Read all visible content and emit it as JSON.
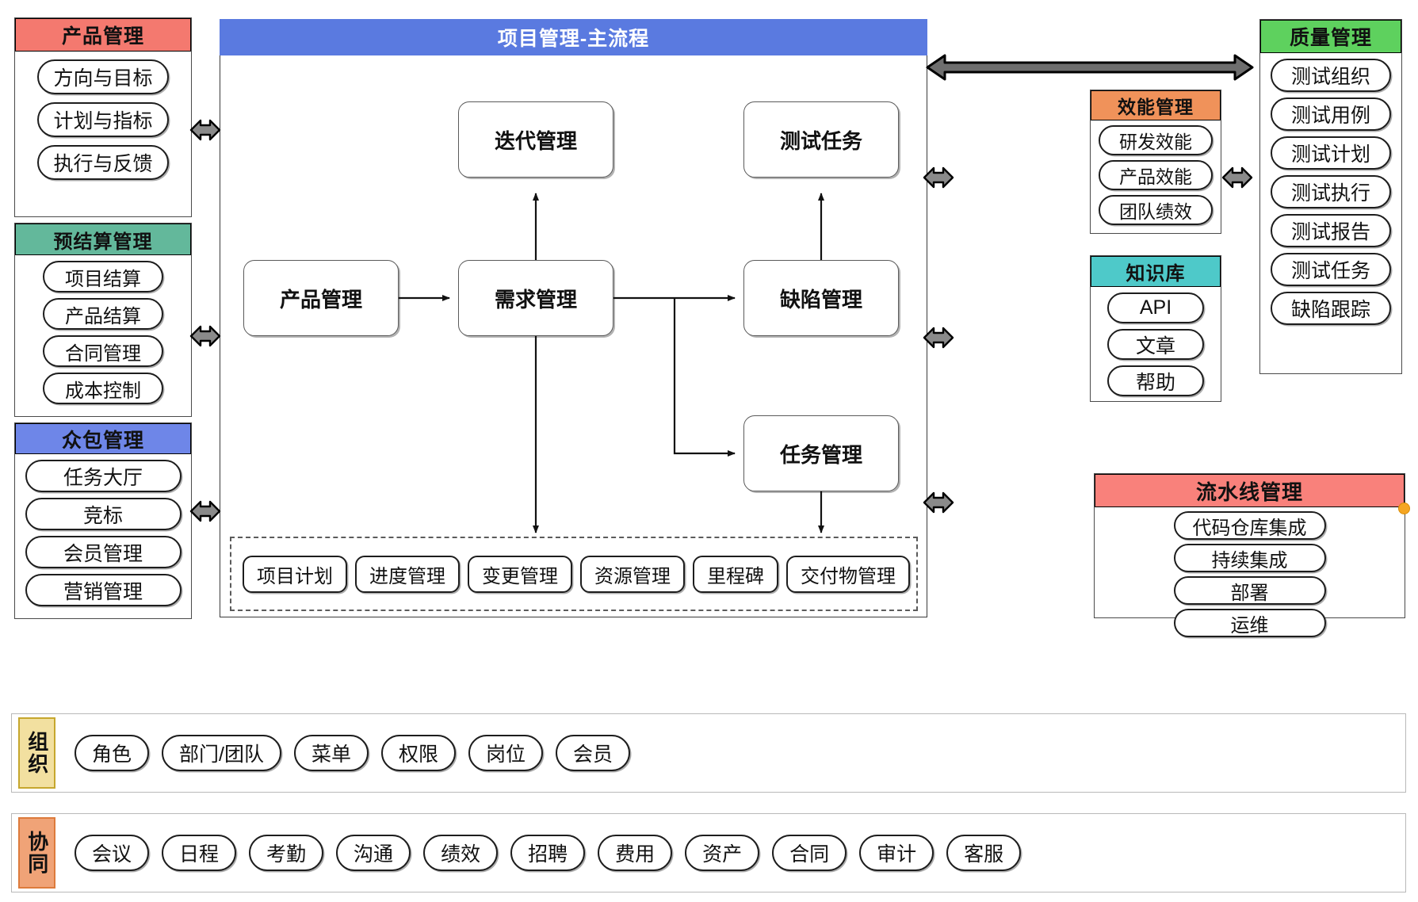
{
  "flow": {
    "title": "项目管理-主流程",
    "boxes": [
      {
        "key": "iteration",
        "label": "迭代管理"
      },
      {
        "key": "test_task",
        "label": "测试任务"
      },
      {
        "key": "product",
        "label": "产品管理"
      },
      {
        "key": "requirement",
        "label": "需求管理"
      },
      {
        "key": "defect",
        "label": "缺陷管理"
      },
      {
        "key": "task",
        "label": "任务管理"
      }
    ],
    "subitems": [
      "项目计划",
      "进度管理",
      "变更管理",
      "资源管理",
      "里程碑",
      "交付物管理"
    ]
  },
  "left_groups": [
    {
      "key": "product-management",
      "title": "产品管理",
      "color": "#f4796f",
      "items": [
        "方向与目标",
        "计划与指标",
        "执行与反馈"
      ]
    },
    {
      "key": "budget-settlement-management",
      "title": "预结算管理",
      "color": "#63b89b",
      "items": [
        "项目结算",
        "产品结算",
        "合同管理",
        "成本控制"
      ]
    },
    {
      "key": "crowdsourcing-management",
      "title": "众包管理",
      "color": "#6e86e8",
      "items": [
        "任务大厅",
        "竞标",
        "会员管理",
        "营销管理"
      ]
    }
  ],
  "right_groups": [
    {
      "key": "efficiency-management",
      "title": "效能管理",
      "color": "#f0925a",
      "items": [
        "研发效能",
        "产品效能",
        "团队绩效"
      ]
    },
    {
      "key": "knowledge-base",
      "title": "知识库",
      "color": "#4ec9c9",
      "items": [
        "API",
        "文章",
        "帮助"
      ]
    },
    {
      "key": "pipeline-management",
      "title": "流水线管理",
      "color": "#f9817b",
      "items": [
        "代码仓库集成",
        "持续集成",
        "部署",
        "运维"
      ]
    },
    {
      "key": "quality-management",
      "title": "质量管理",
      "color": "#5ed15e",
      "items": [
        "测试组织",
        "测试用例",
        "测试计划",
        "测试执行",
        "测试报告",
        "测试任务",
        "缺陷跟踪"
      ]
    }
  ],
  "bottom_bars": [
    {
      "key": "organization",
      "tab": "组织",
      "tab_color": "#f2e0a0",
      "tab_border": "#c6a72e",
      "items": [
        "角色",
        "部门/团队",
        "菜单",
        "权限",
        "岗位",
        "会员"
      ]
    },
    {
      "key": "collaboration",
      "tab": "协同",
      "tab_color": "#f0a377",
      "tab_border": "#dd7b3c",
      "items": [
        "会议",
        "日程",
        "考勤",
        "沟通",
        "绩效",
        "招聘",
        "费用",
        "资产",
        "合同",
        "审计",
        "客服"
      ]
    }
  ],
  "markers": {
    "pipeline_dot": "status-dot"
  }
}
